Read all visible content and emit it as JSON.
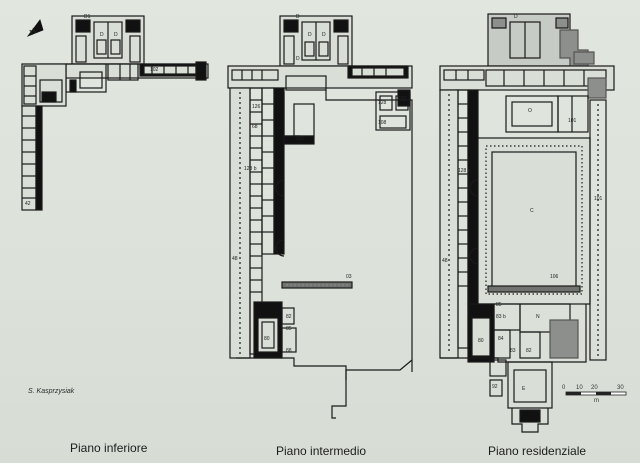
{
  "captions": {
    "lower": "Piano inferiore",
    "middle": "Piano intermedio",
    "residential": "Piano residenziale"
  },
  "credit": "S. Kasprzysiak",
  "north_label": "N",
  "scale_bar": {
    "ticks": [
      "0",
      "10",
      "20",
      "30"
    ],
    "unit": "m"
  },
  "room_labels": {
    "lower": [
      "D1",
      "D",
      "D",
      "102",
      "42"
    ],
    "middle": [
      "D",
      "D",
      "D",
      "D",
      "128",
      "107",
      "126",
      "102",
      "108",
      "48",
      "68",
      "128 b",
      "03",
      "80",
      "82",
      "85",
      "88"
    ],
    "residential": [
      "D",
      "O",
      "101",
      "C",
      "101",
      "128 b",
      "48",
      "106",
      "N",
      "85",
      "80",
      "84",
      "83",
      "82",
      "E",
      "83 b",
      "92"
    ]
  },
  "colors": {
    "background": "#dde3dc",
    "wall": "#1a1a1a",
    "ruin_grey": "#8c8f8b"
  }
}
